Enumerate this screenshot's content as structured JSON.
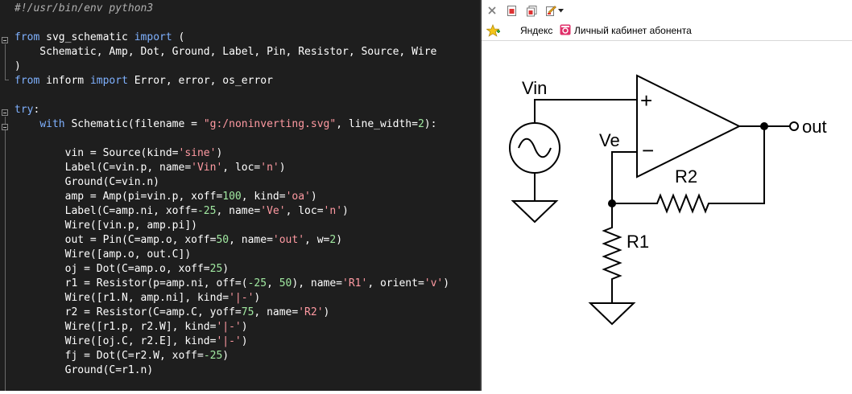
{
  "editor": {
    "lines": [
      [
        {
          "t": "#!/usr/bin/env python3",
          "c": "comment"
        }
      ],
      [],
      [
        {
          "t": "from",
          "c": "kw"
        },
        {
          "t": " svg_schematic ",
          "c": "txt"
        },
        {
          "t": "import",
          "c": "kw"
        },
        {
          "t": " (",
          "c": "txt"
        }
      ],
      [
        {
          "t": "    Schematic, Amp, Dot, Ground, Label, Pin, Resistor, Source, Wire",
          "c": "txt"
        }
      ],
      [
        {
          "t": ")",
          "c": "txt"
        }
      ],
      [
        {
          "t": "from",
          "c": "kw"
        },
        {
          "t": " inform ",
          "c": "txt"
        },
        {
          "t": "import",
          "c": "kw"
        },
        {
          "t": " Error, error, os_error",
          "c": "txt"
        }
      ],
      [],
      [
        {
          "t": "try",
          "c": "kw"
        },
        {
          "t": ":",
          "c": "txt"
        }
      ],
      [
        {
          "t": "    ",
          "c": "txt"
        },
        {
          "t": "with",
          "c": "kw"
        },
        {
          "t": " Schematic(filename = ",
          "c": "txt"
        },
        {
          "t": "\"g:/noninverting.svg\"",
          "c": "str"
        },
        {
          "t": ", line_width=",
          "c": "txt"
        },
        {
          "t": "2",
          "c": "num"
        },
        {
          "t": "):",
          "c": "txt"
        }
      ],
      [],
      [
        {
          "t": "        vin = Source(kind=",
          "c": "txt"
        },
        {
          "t": "'sine'",
          "c": "str"
        },
        {
          "t": ")",
          "c": "txt"
        }
      ],
      [
        {
          "t": "        Label(C=vin.p, name=",
          "c": "txt"
        },
        {
          "t": "'Vin'",
          "c": "str"
        },
        {
          "t": ", loc=",
          "c": "txt"
        },
        {
          "t": "'n'",
          "c": "str"
        },
        {
          "t": ")",
          "c": "txt"
        }
      ],
      [
        {
          "t": "        Ground(C=vin.n)",
          "c": "txt"
        }
      ],
      [
        {
          "t": "        amp = Amp(pi=vin.p, xoff=",
          "c": "txt"
        },
        {
          "t": "100",
          "c": "num"
        },
        {
          "t": ", kind=",
          "c": "txt"
        },
        {
          "t": "'oa'",
          "c": "str"
        },
        {
          "t": ")",
          "c": "txt"
        }
      ],
      [
        {
          "t": "        Label(C=amp.ni, xoff=",
          "c": "txt"
        },
        {
          "t": "-25",
          "c": "num"
        },
        {
          "t": ", name=",
          "c": "txt"
        },
        {
          "t": "'Ve'",
          "c": "str"
        },
        {
          "t": ", loc=",
          "c": "txt"
        },
        {
          "t": "'n'",
          "c": "str"
        },
        {
          "t": ")",
          "c": "txt"
        }
      ],
      [
        {
          "t": "        Wire([vin.p, amp.pi])",
          "c": "txt"
        }
      ],
      [
        {
          "t": "        out = Pin(C=amp.o, xoff=",
          "c": "txt"
        },
        {
          "t": "50",
          "c": "num"
        },
        {
          "t": ", name=",
          "c": "txt"
        },
        {
          "t": "'out'",
          "c": "str"
        },
        {
          "t": ", w=",
          "c": "txt"
        },
        {
          "t": "2",
          "c": "num"
        },
        {
          "t": ")",
          "c": "txt"
        }
      ],
      [
        {
          "t": "        Wire([amp.o, out.C])",
          "c": "txt"
        }
      ],
      [
        {
          "t": "        oj = Dot(C=amp.o, xoff=",
          "c": "txt"
        },
        {
          "t": "25",
          "c": "num"
        },
        {
          "t": ")",
          "c": "txt"
        }
      ],
      [
        {
          "t": "        r1 = Resistor(p=amp.ni, off=(",
          "c": "txt"
        },
        {
          "t": "-25",
          "c": "num"
        },
        {
          "t": ", ",
          "c": "txt"
        },
        {
          "t": "50",
          "c": "num"
        },
        {
          "t": "), name=",
          "c": "txt"
        },
        {
          "t": "'R1'",
          "c": "str"
        },
        {
          "t": ", orient=",
          "c": "txt"
        },
        {
          "t": "'v'",
          "c": "str"
        },
        {
          "t": ")",
          "c": "txt"
        }
      ],
      [
        {
          "t": "        Wire([r1.N, amp.ni], kind=",
          "c": "txt"
        },
        {
          "t": "'|-'",
          "c": "str"
        },
        {
          "t": ")",
          "c": "txt"
        }
      ],
      [
        {
          "t": "        r2 = Resistor(C=amp.C, yoff=",
          "c": "txt"
        },
        {
          "t": "75",
          "c": "num"
        },
        {
          "t": ", name=",
          "c": "txt"
        },
        {
          "t": "'R2'",
          "c": "str"
        },
        {
          "t": ")",
          "c": "txt"
        }
      ],
      [
        {
          "t": "        Wire([r1.p, r2.W], kind=",
          "c": "txt"
        },
        {
          "t": "'|-'",
          "c": "str"
        },
        {
          "t": ")",
          "c": "txt"
        }
      ],
      [
        {
          "t": "        Wire([oj.C, r2.E], kind=",
          "c": "txt"
        },
        {
          "t": "'|-'",
          "c": "str"
        },
        {
          "t": ")",
          "c": "txt"
        }
      ],
      [
        {
          "t": "        fj = Dot(C=r2.W, xoff=",
          "c": "txt"
        },
        {
          "t": "-25",
          "c": "num"
        },
        {
          "t": ")",
          "c": "txt"
        }
      ],
      [
        {
          "t": "        Ground(C=r1.n)",
          "c": "txt"
        }
      ]
    ],
    "colors": {
      "background": "#1e1e1e",
      "comment": "#b0b0b0",
      "keyword": "#7fb1ff",
      "string": "#ff9aa2",
      "number": "#a0e8a0",
      "text": "#ffffff"
    }
  },
  "browser": {
    "toolbar": {
      "icons": [
        "close-icon",
        "page-icon",
        "pages-icon",
        "bookmark-edit-icon",
        "dropdown-arrow-icon"
      ]
    },
    "bookmarks": [
      {
        "icon": "star-add-icon",
        "label": ""
      },
      {
        "icon": "",
        "label": "Яндекс"
      },
      {
        "icon": "lk-icon",
        "label": "Личный кабинет абонента"
      }
    ],
    "schematic": {
      "labels": {
        "vin": "Vin",
        "ve": "Ve",
        "r2": "R2",
        "r1": "R1",
        "out": "out",
        "plus": "+",
        "minus": "−"
      }
    }
  }
}
